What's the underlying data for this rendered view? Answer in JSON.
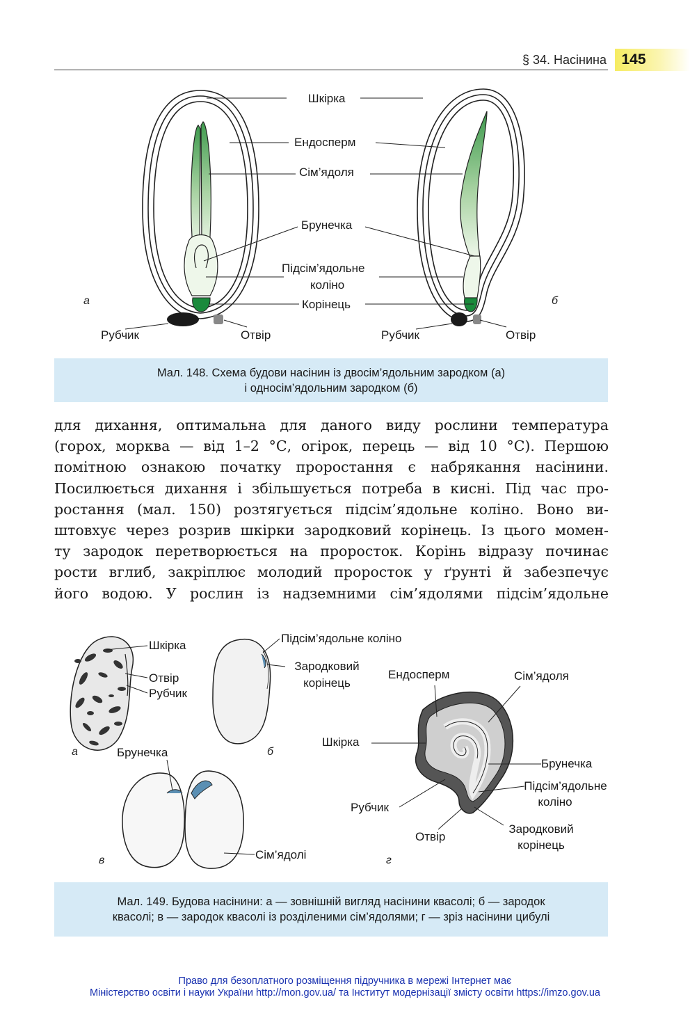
{
  "header": {
    "section": "§ 34. Насінина",
    "page_number": "145"
  },
  "fig148": {
    "labels": {
      "shkirka": "Шкірка",
      "endosperm": "Ендосперм",
      "simyadolia": "Сім’ядоля",
      "brunechka": "Брунечка",
      "pidsim_1": "Підсім’ядольне",
      "pidsim_2": "коліно",
      "korinets": "Корінець",
      "rubchyk_a": "Рубчик",
      "otvir_a": "Отвір",
      "rubchyk_b": "Рубчик",
      "otvir_b": "Отвір",
      "letter_a": "а",
      "letter_b": "б"
    },
    "caption_line1": "Мал. 148. Схема будови насінин із двосім’ядольним зародком (а)",
    "caption_line2": "і односім’ядольним зародком (б)"
  },
  "body_lines": [
    "для дихання, оптимальна для даного виду рослини температура",
    "(горох, морква — від 1–2 °С, огірок, перець — від 10 °С). Першою",
    "помітною ознакою початку проростання є набрякання насінини.",
    "Посилюється дихання і збільшується потреба в кисні. Під час про-",
    "ростання (мал. 150) розтягується підсім’ядольне коліно. Воно ви-",
    "штовхує через розрив шкірки зародковий корінець. Із цього момен-",
    "ту зародок перетворюється на проросток. Корінь відразу починає",
    "рости вглиб, закріплює молодий проросток у ґрунті й забезпечує",
    "його водою. У рослин із надземними сім’ядолями підсім’ядольне"
  ],
  "fig149": {
    "labels": {
      "shkirka_a": "Шкірка",
      "otvir_a": "Отвір",
      "rubchyk_a": "Рубчик",
      "pidsim_b": "Підсім’ядольне коліно",
      "zarodk_b1": "Зародковий",
      "zarodk_b2": "корінець",
      "brunechka_v": "Брунечка",
      "simyadoli_v": "Сім’ядолі",
      "endosperm_g": "Ендосперм",
      "simyadolia_g": "Сім’ядоля",
      "shkirka_g": "Шкірка",
      "brunechka_g": "Брунечка",
      "pidsim_g1": "Підсім’ядольне",
      "pidsim_g2": "коліно",
      "rubchyk_g": "Рубчик",
      "otvir_g": "Отвір",
      "zarodk_g1": "Зародковий",
      "zarodk_g2": "корінець",
      "letter_a": "а",
      "letter_b": "б",
      "letter_v": "в",
      "letter_g": "г"
    },
    "caption_line1": "Мал. 149. Будова насінини: а — зовнішній вигляд насінини квасолі; б — зародок",
    "caption_line2": "квасолі; в — зародок квасолі із розділеними сім’ядолями; г — зріз насінини цибулі"
  },
  "footer": {
    "line1": "Право для безоплатного розміщення підручника в мережі Інтернет має",
    "line2": "Міністерство освіти і науки України http://mon.gov.ua/ та Інститут модернізації змісту освіти https://imzo.gov.ua"
  },
  "colors": {
    "cotyledon_green": "#3f9b4e",
    "caption_bg": "#d6eaf6",
    "accent_yellow": "#f6ec62",
    "footer_blue": "#1a32b0"
  }
}
